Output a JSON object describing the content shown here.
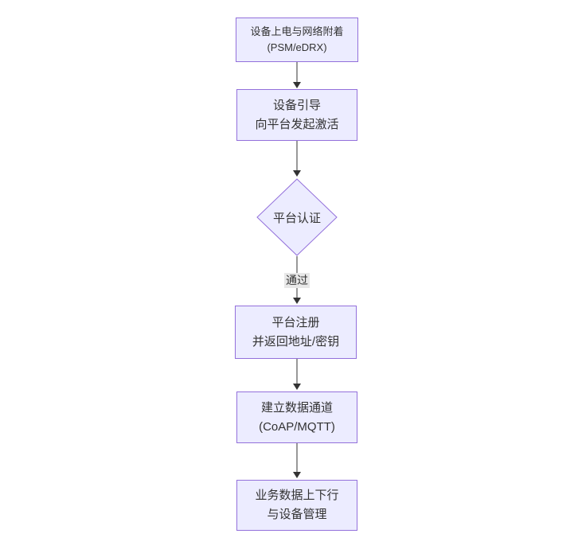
{
  "diagram": {
    "type": "flowchart",
    "direction": "top-down",
    "nodes": [
      {
        "id": "power-on",
        "shape": "rect",
        "lines": [
          "设备上电与网络附着",
          "(PSM/eDRX)"
        ]
      },
      {
        "id": "bootstrap",
        "shape": "rect",
        "lines": [
          "设备引导",
          "向平台发起激活"
        ]
      },
      {
        "id": "platform-auth",
        "shape": "diamond",
        "lines": [
          "平台认证"
        ]
      },
      {
        "id": "platform-register",
        "shape": "rect",
        "lines": [
          "平台注册",
          "并返回地址/密钥"
        ]
      },
      {
        "id": "data-channel",
        "shape": "rect",
        "lines": [
          "建立数据通道",
          "(CoAP/MQTT)"
        ]
      },
      {
        "id": "business-data",
        "shape": "rect",
        "lines": [
          "业务数据上下行",
          "与设备管理"
        ]
      }
    ],
    "edges": [
      {
        "from": "power-on",
        "to": "bootstrap",
        "label": ""
      },
      {
        "from": "bootstrap",
        "to": "platform-auth",
        "label": ""
      },
      {
        "from": "platform-auth",
        "to": "platform-register",
        "label": "通过"
      },
      {
        "from": "platform-register",
        "to": "data-channel",
        "label": ""
      },
      {
        "from": "data-channel",
        "to": "business-data",
        "label": ""
      }
    ]
  },
  "colors": {
    "background": "#ffffff",
    "node_fill": "#ECECFF",
    "node_border": "#9370DB",
    "arrow": "#333333",
    "edge_label_bg": "#e8e8e8",
    "text": "#333333"
  }
}
